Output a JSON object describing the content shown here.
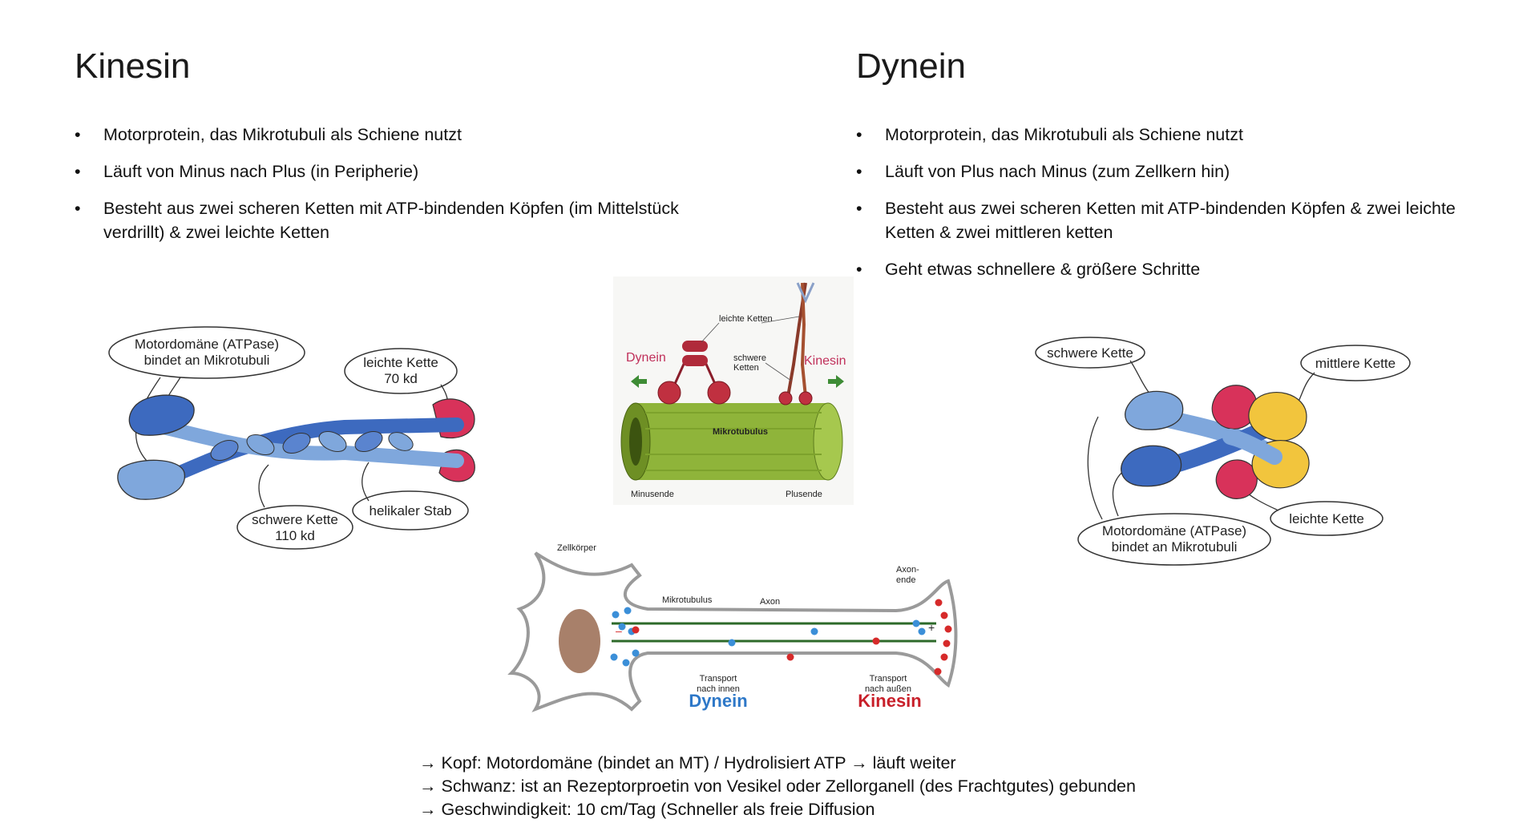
{
  "kinesin": {
    "title": "Kinesin",
    "bullets": [
      "Motorprotein, das Mikrotubuli als Schiene nutzt",
      "Läuft von Minus nach Plus (in Peripherie)",
      "Besteht aus zwei scheren Ketten mit ATP-bindenden Köpfen (im Mittelstück verdrillt) & zwei leichte Ketten"
    ],
    "diagram": {
      "motor_l1": "Motordomäne (ATPase)",
      "motor_l2": "bindet an Mikrotubuli",
      "light_l1": "leichte Kette",
      "light_l2": "70 kd",
      "heavy_l1": "schwere Kette",
      "heavy_l2": "110 kd",
      "stalk": "helikaler Stab"
    }
  },
  "dynein": {
    "title": "Dynein",
    "bullets": [
      "Motorprotein, das Mikrotubuli als Schiene nutzt",
      "Läuft von Plus nach Minus (zum Zellkern hin)",
      "Besteht aus zwei scheren Ketten mit ATP-bindenden Köpfen & zwei leichte Ketten & zwei mittleren ketten",
      "Geht etwas schnellere & größere Schritte"
    ],
    "diagram": {
      "heavy": "schwere Kette",
      "middle": "mittlere Kette",
      "light": "leichte Kette",
      "motor_l1": "Motordomäne (ATPase)",
      "motor_l2": "bindet an Mikrotubuli"
    }
  },
  "microtubule_figure": {
    "light_chains": "leichte Ketten",
    "heavy_l1": "schwere",
    "heavy_l2": "Ketten",
    "dynein": "Dynein",
    "kinesin": "Kinesin",
    "tube": "Mikrotubulus",
    "minus_end": "Minusende",
    "plus_end": "Plusende"
  },
  "neuron_figure": {
    "cell_body": "Zellkörper",
    "microtubule": "Mikrotubulus",
    "axon": "Axon",
    "axon_end_l1": "Axon-",
    "axon_end_l2": "ende",
    "transport_in_l1": "Transport",
    "transport_in_l2": "nach innen",
    "transport_out_l1": "Transport",
    "transport_out_l2": "nach außen",
    "dynein": "Dynein",
    "kinesin": "Kinesin",
    "minus": "–",
    "plus": "+"
  },
  "summary": [
    "Kopf: Motordomäne (bindet an MT) / Hydrolisiert ATP",
    "läuft weiter",
    "Schwanz: ist an Rezeptorproetin von Vesikel oder Zellorganell (des Frachtgutes) gebunden",
    "Geschwindigkeit: 10 cm/Tag (Schneller als freie Diffusion"
  ],
  "arrow_glyph": "→",
  "colors": {
    "dark_blue": "#3d6abf",
    "light_blue": "#7fa7dc",
    "magenta": "#d8325a",
    "yellow": "#f2c53d",
    "tube_green": "#8fb43a",
    "dynein_label": "#c0305a",
    "neuron_dynein": "#2e78c8",
    "neuron_kinesin": "#c8202a"
  }
}
